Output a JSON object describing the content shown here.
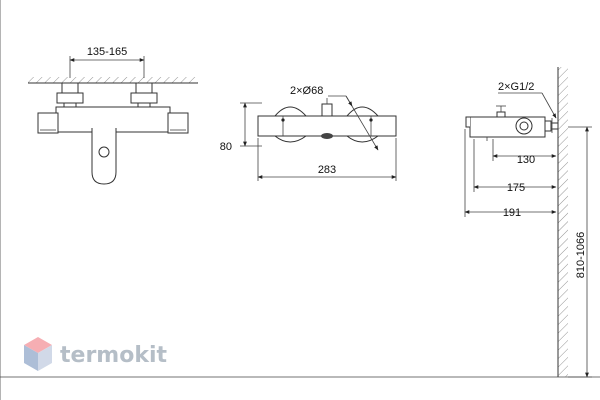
{
  "front_view": {
    "dim_connection_spacing": "135-165"
  },
  "top_view": {
    "dim_handle_diameter": "2×Ø68",
    "dim_height": "80",
    "dim_total_width": "283"
  },
  "side_view": {
    "dim_thread": "2×G1/2",
    "dim_130": "130",
    "dim_175": "175",
    "dim_191": "191",
    "dim_mount_height": "810-1066"
  },
  "watermark": {
    "brand": "termokit",
    "colors": {
      "top": "#f5a0a6",
      "left": "#9fb3d1",
      "right": "#c9d3e4"
    }
  },
  "icons": [
    "termokit-logo-icon",
    "arrowhead-icon"
  ]
}
